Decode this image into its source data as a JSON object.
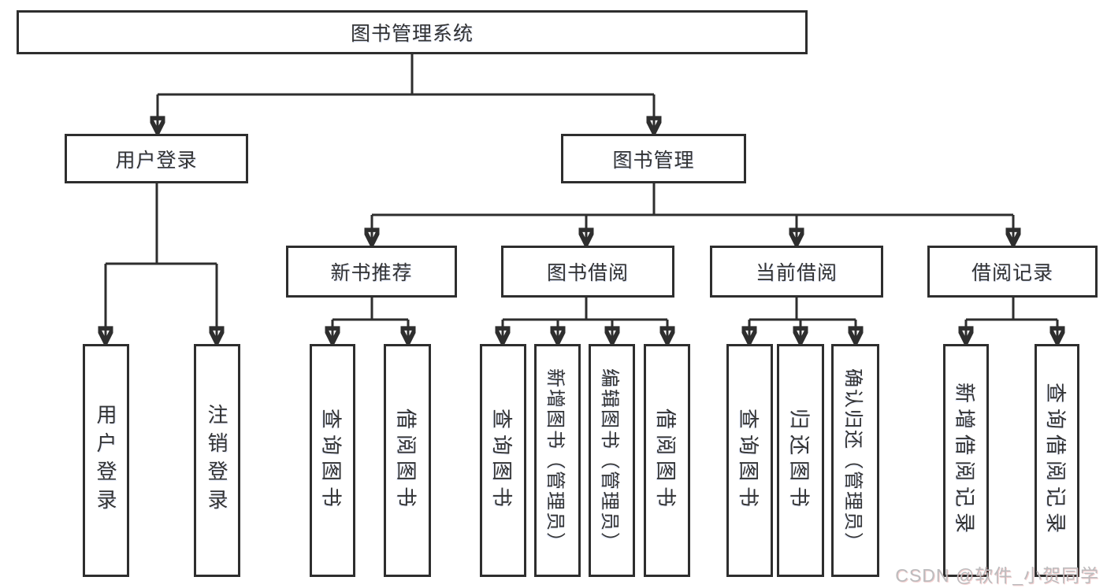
{
  "diagram": {
    "root": {
      "label": "图书管理系统"
    },
    "branches": [
      {
        "label": "用户登录",
        "children": [
          {
            "label": "用户登录"
          },
          {
            "label": "注销登录"
          }
        ]
      },
      {
        "label": "图书管理",
        "children": [
          {
            "label": "新书推荐",
            "children": [
              {
                "label": "查询图书"
              },
              {
                "label": "借阅图书"
              }
            ]
          },
          {
            "label": "图书借阅",
            "children": [
              {
                "label": "查询图书"
              },
              {
                "label": "新增图书（管理员）"
              },
              {
                "label": "编辑图书（管理员）"
              },
              {
                "label": "借阅图书"
              }
            ]
          },
          {
            "label": "当前借阅",
            "children": [
              {
                "label": "查询图书"
              },
              {
                "label": "归还图书"
              },
              {
                "label": "确认归还（管理员）"
              }
            ]
          },
          {
            "label": "借阅记录",
            "children": [
              {
                "label": "新增借阅记录"
              },
              {
                "label": "查询借阅记录"
              }
            ]
          }
        ]
      }
    ]
  },
  "watermark": {
    "text": "CSDN @软件_小贺同学"
  },
  "colors": {
    "line": "#2e2e2e",
    "text": "#333333",
    "background": "#ffffff",
    "watermark": "#bcbcbe"
  }
}
